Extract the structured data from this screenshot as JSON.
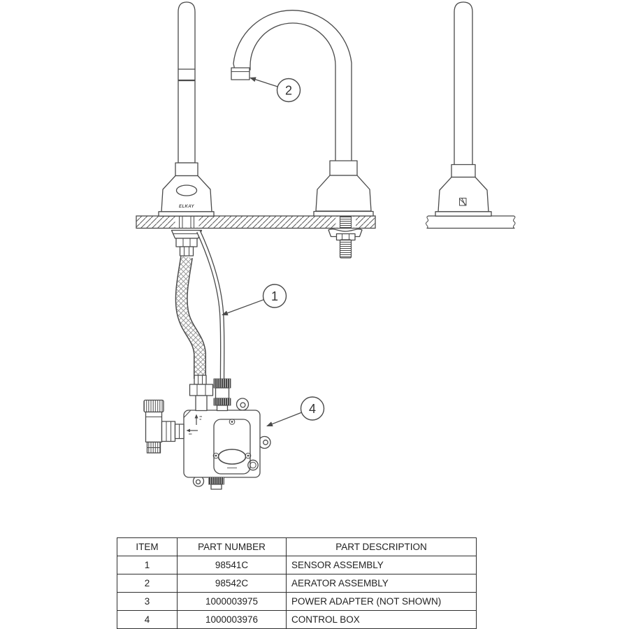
{
  "figure": {
    "brand_label": "ELKAY",
    "line_color": "#4a4a4a",
    "callouts": {
      "c1": {
        "label": "1"
      },
      "c2": {
        "label": "2"
      },
      "c4": {
        "label": "4"
      }
    }
  },
  "table": {
    "headers": [
      "ITEM",
      "PART NUMBER",
      "PART DESCRIPTION"
    ],
    "rows": [
      {
        "item": "1",
        "part_number": "98541C",
        "description": "SENSOR ASSEMBLY"
      },
      {
        "item": "2",
        "part_number": "98542C",
        "description": "AERATOR ASSEMBLY"
      },
      {
        "item": "3",
        "part_number": "1000003975",
        "description": "POWER ADAPTER (NOT SHOWN)"
      },
      {
        "item": "4",
        "part_number": "1000003976",
        "description": "CONTROL BOX"
      }
    ]
  }
}
